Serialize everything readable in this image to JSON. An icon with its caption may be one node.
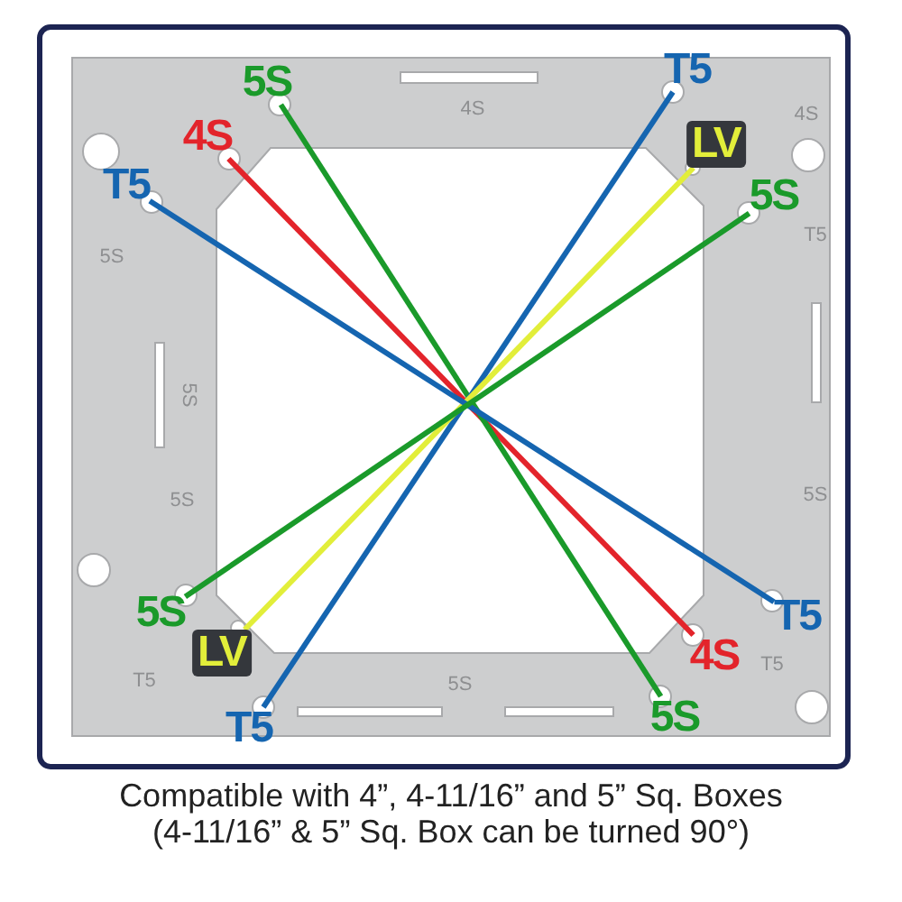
{
  "diagram": {
    "caption": "Compatible with 4”, 4-11/16” and 5” Sq. Boxes (4-11/16” & 5” Sq. Box can be turned 90°)",
    "nodes": [
      {
        "text": [
          "4S"
        ]
      },
      {
        "text": [
          "5S"
        ]
      },
      {
        "text": [
          "T5"
        ]
      },
      {
        "text": [
          "LV"
        ]
      },
      {
        "text": [
          "T5"
        ]
      },
      {
        "text": [
          "5S"
        ]
      },
      {
        "text": [
          "5S"
        ]
      },
      {
        "text": [
          "T5"
        ]
      },
      {
        "text": [
          "LV"
        ]
      },
      {
        "text": [
          "4S"
        ]
      },
      {
        "text": [
          "T5"
        ]
      },
      {
        "text": [
          "5S"
        ]
      }
    ],
    "edges": [
      {
        "from": 0,
        "to": 9,
        "arrow": "none",
        "color": "#e3242b"
      },
      {
        "from": 1,
        "to": 11,
        "arrow": "none",
        "color": "#1a9a2a"
      },
      {
        "from": 2,
        "to": 10,
        "arrow": "none",
        "color": "#1565b0"
      },
      {
        "from": 3,
        "to": 8,
        "arrow": "none",
        "color": "#e2ee3a"
      },
      {
        "from": 4,
        "to": 7,
        "arrow": "none",
        "color": "#1565b0"
      },
      {
        "from": 5,
        "to": 6,
        "arrow": "none",
        "color": "#1a9a2a"
      }
    ],
    "labels": [
      "4S",
      "4S",
      "T5",
      "5S",
      "5S",
      "5S",
      "5S",
      "T5",
      "5S",
      "T5"
    ]
  }
}
